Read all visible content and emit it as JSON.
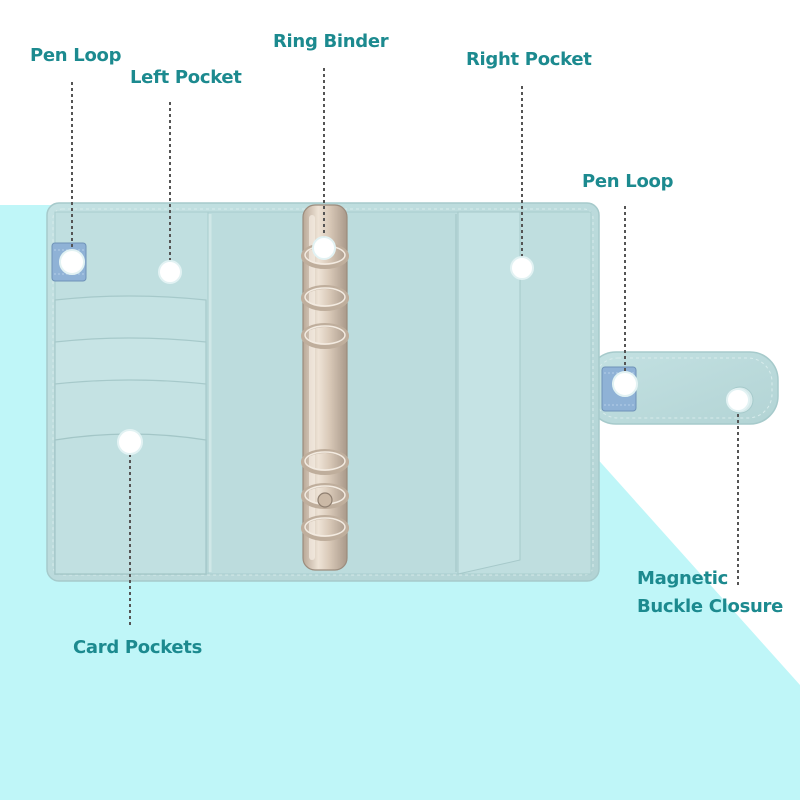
{
  "colors": {
    "label": "#1c8a8f",
    "backdrop": "#bff6f8",
    "cover": "#bcdcdd",
    "cover_edge": "#a6cacb",
    "binder_metal": "#d8c8b8",
    "pen_loop": "#8fb2d6",
    "dot": "#ffffff",
    "leader": "#555555"
  },
  "labels": {
    "pen_loop_left": "Pen Loop",
    "left_pocket": "Left Pocket",
    "ring_binder": "Ring Binder",
    "right_pocket": "Right Pocket",
    "pen_loop_right": "Pen Loop",
    "magnetic_line1": "Magnetic",
    "magnetic_line2": "Buckle Closure",
    "card_pockets": "Card Pockets"
  },
  "icons": {
    "marker": "white-circle-marker-icon",
    "ring": "binder-ring-icon"
  }
}
